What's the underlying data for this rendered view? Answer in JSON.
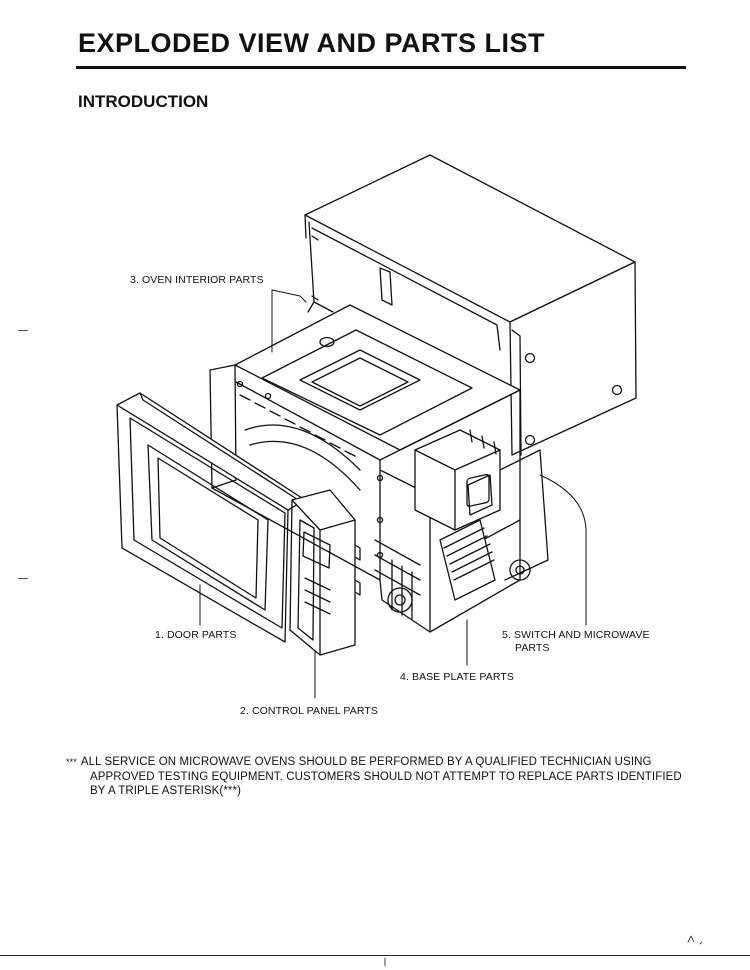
{
  "document": {
    "title": "EXPLODED VIEW AND PARTS LIST",
    "section_heading": "INTRODUCTION"
  },
  "callouts": {
    "oven_interior": "3. OVEN INTERIOR PARTS",
    "door": "1. DOOR PARTS",
    "control_panel": "2. CONTROL PANEL PARTS",
    "base_plate": "4. BASE PLATE PARTS",
    "switch_line1": "5. SWITCH AND MICROWAVE",
    "switch_line2": "PARTS"
  },
  "notice": {
    "marker": "***",
    "line1": "ALL SERVICE ON MICROWAVE OVENS SHOULD BE PERFORMED BY A QUALIFIED TECHNICIAN USING",
    "line2": "APPROVED TESTING EQUIPMENT. CUSTOMERS SHOULD NOT ATTEMPT TO REPLACE PARTS IDENTIFIED",
    "line3": "BY A TRIPLE ASTERISK(***)"
  },
  "colors": {
    "ink": "#111111",
    "paper": "#ffffff"
  }
}
